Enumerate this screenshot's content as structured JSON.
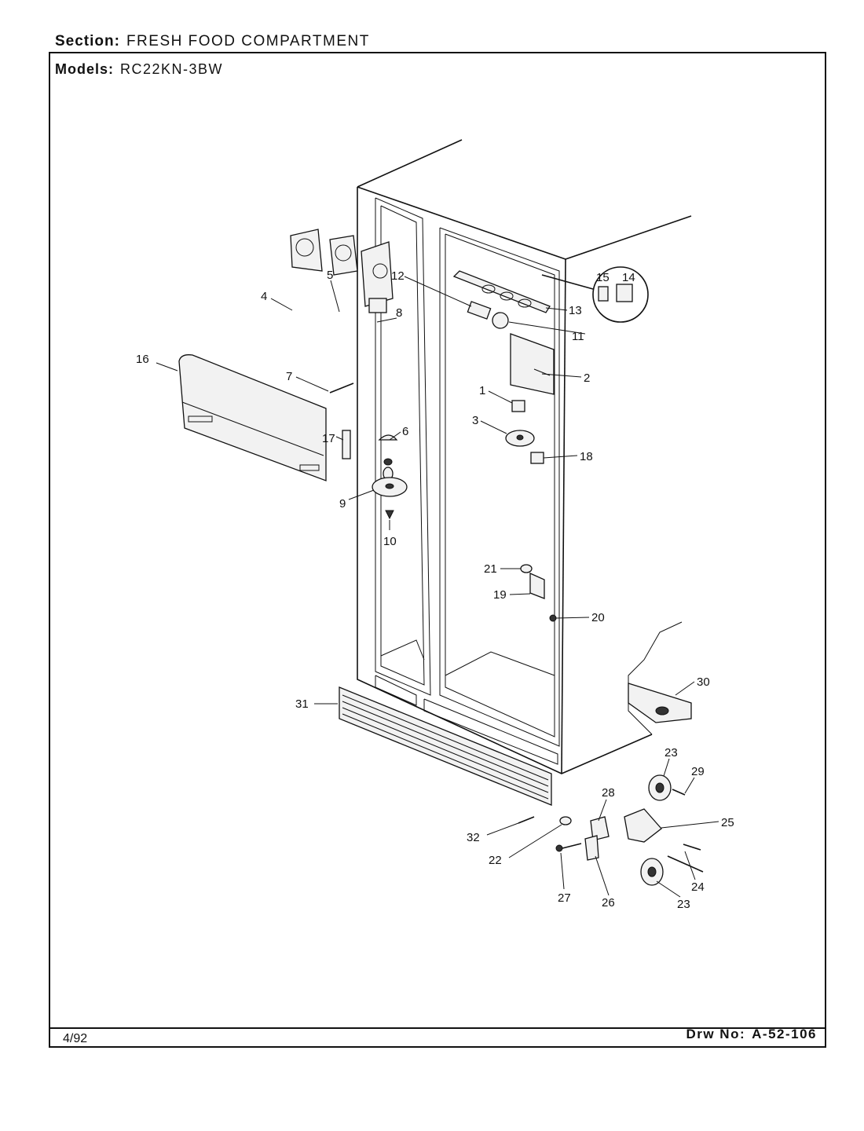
{
  "header": {
    "section_label": "Section:",
    "section_value": "FRESH FOOD COMPARTMENT",
    "models_label": "Models:",
    "models_value": "RC22KN-3BW"
  },
  "footer": {
    "date": "4/92",
    "drawing_label": "Drw No:",
    "drawing_number": "A-52-106"
  },
  "callouts": {
    "c1": "1",
    "c2": "2",
    "c3": "3",
    "c4": "4",
    "c5": "5",
    "c6": "6",
    "c7": "7",
    "c8": "8",
    "c9": "9",
    "c10": "10",
    "c11": "11",
    "c12": "12",
    "c13": "13",
    "c14": "14",
    "c15": "15",
    "c16": "16",
    "c17": "17",
    "c18": "18",
    "c19": "19",
    "c20": "20",
    "c21": "21",
    "c22": "22",
    "c23a": "23",
    "c23b": "23",
    "c24": "24",
    "c25": "25",
    "c26": "26",
    "c27": "27",
    "c28": "28",
    "c29": "29",
    "c30": "30",
    "c31": "31",
    "c32": "32"
  }
}
